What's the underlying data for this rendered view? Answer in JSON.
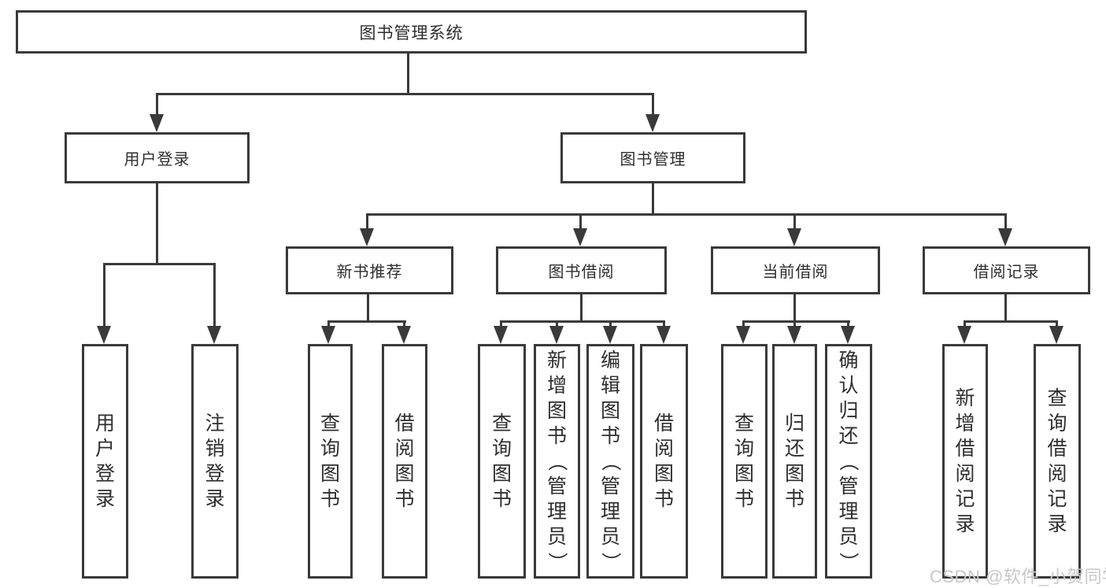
{
  "diagram": {
    "root_label": "图书管理系统",
    "level1": {
      "user_login": "用户登录",
      "book_management": "图书管理"
    },
    "level2": {
      "new_book_recommend": "新书推荐",
      "book_borrow": "图书借阅",
      "current_borrow": "当前借阅",
      "borrow_record": "借阅记录"
    },
    "leaves": {
      "user_login": [
        "用户登录",
        "注销登录"
      ],
      "new_book_recommend": [
        "查询图书",
        "借阅图书"
      ],
      "book_borrow": [
        "查询图书",
        "新增图书（管理员）",
        "编辑图书（管理员）",
        "借阅图书"
      ],
      "current_borrow": [
        "查询图书",
        "归还图书",
        "确认归还（管理员）"
      ],
      "borrow_record": [
        "新增借阅记录",
        "查询借阅记录"
      ]
    }
  },
  "watermark": {
    "text": "CSDN @软件_小贺同学"
  },
  "colors": {
    "line": "#3a3a3a",
    "text": "#2e2e2e",
    "watermark": "#c8c8c8",
    "background": "#ffffff"
  }
}
